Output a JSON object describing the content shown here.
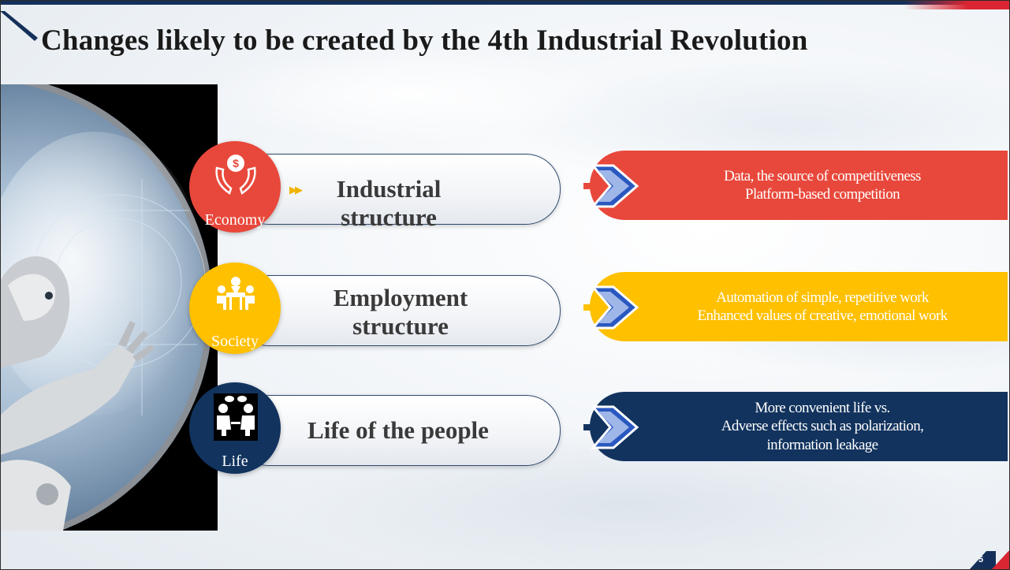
{
  "slide": {
    "title": "Changes likely to be created by the 4th Industrial Revolution",
    "page_number": "5"
  },
  "rows": [
    {
      "category": "Economy",
      "icon": "money-hands-icon",
      "heading": "Industrial structure",
      "lines": [
        "Data, the source of competitiveness",
        "Platform-based competition"
      ],
      "color": "#e8483b"
    },
    {
      "category": "Society",
      "icon": "meeting-people-icon",
      "heading_lines": [
        "Employment",
        "structure"
      ],
      "lines": [
        "Automation of simple, repetitive work",
        "Enhanced values of creative, emotional work"
      ],
      "color": "#ffc000"
    },
    {
      "category": "Life",
      "icon": "conversation-icon",
      "heading": "Life of the people",
      "lines": [
        "More convenient life  vs.",
        "Adverse effects such as polarization,",
        "information leakage"
      ],
      "color": "#12335e"
    }
  ],
  "colors": {
    "navy": "#14305a",
    "red": "#e8483b",
    "yellow": "#ffc000",
    "dark_navy": "#12335e",
    "accent_red": "#d92632"
  }
}
